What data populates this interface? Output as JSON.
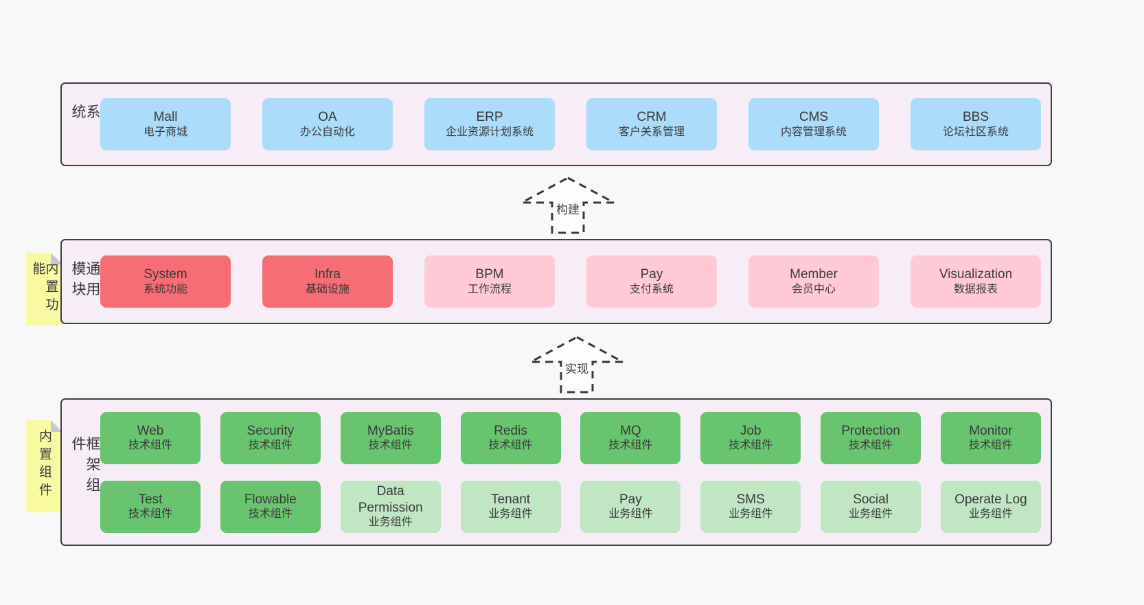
{
  "colors": {
    "blue": "#abdcfa",
    "red": "#f66d75",
    "pink": "#ffcad5",
    "green": "#68c46f",
    "light_green": "#c0e6c4",
    "band_bg": "#f7edf6",
    "sticky_yellow": "#f9f9a2",
    "border": "#3f3f3f",
    "text": "#3a3a3a"
  },
  "arrows": [
    {
      "label": "构建"
    },
    {
      "label": "实现"
    }
  ],
  "bands": [
    {
      "side_label": "业务系统",
      "sticky_label": null,
      "rows": [
        [
          {
            "name": "Mall",
            "desc": "电子商城",
            "variant": "blue"
          },
          {
            "name": "OA",
            "desc": "办公自动化",
            "variant": "blue"
          },
          {
            "name": "ERP",
            "desc": "企业资源计划系统",
            "variant": "blue"
          },
          {
            "name": "CRM",
            "desc": "客户关系管理",
            "variant": "blue"
          },
          {
            "name": "CMS",
            "desc": "内容管理系统",
            "variant": "blue"
          },
          {
            "name": "BBS",
            "desc": "论坛社区系统",
            "variant": "blue"
          }
        ]
      ]
    },
    {
      "side_label": "通用模块",
      "sticky_label": "内置功能",
      "rows": [
        [
          {
            "name": "System",
            "desc": "系统功能",
            "variant": "red"
          },
          {
            "name": "Infra",
            "desc": "基础设施",
            "variant": "red"
          },
          {
            "name": "BPM",
            "desc": "工作流程",
            "variant": "pink"
          },
          {
            "name": "Pay",
            "desc": "支付系统",
            "variant": "pink"
          },
          {
            "name": "Member",
            "desc": "会员中心",
            "variant": "pink"
          },
          {
            "name": "Visualization",
            "desc": "数据报表",
            "variant": "pink"
          }
        ]
      ]
    },
    {
      "side_label": "框架组件",
      "sticky_label": "内置组件",
      "rows": [
        [
          {
            "name": "Web",
            "desc": "技术组件",
            "variant": "green"
          },
          {
            "name": "Security",
            "desc": "技术组件",
            "variant": "green"
          },
          {
            "name": "MyBatis",
            "desc": "技术组件",
            "variant": "green"
          },
          {
            "name": "Redis",
            "desc": "技术组件",
            "variant": "green"
          },
          {
            "name": "MQ",
            "desc": "技术组件",
            "variant": "green"
          },
          {
            "name": "Job",
            "desc": "技术组件",
            "variant": "green"
          },
          {
            "name": "Protection",
            "desc": "技术组件",
            "variant": "green"
          },
          {
            "name": "Monitor",
            "desc": "技术组件",
            "variant": "green"
          }
        ],
        [
          {
            "name": "Test",
            "desc": "技术组件",
            "variant": "green"
          },
          {
            "name": "Flowable",
            "desc": "技术组件",
            "variant": "green"
          },
          {
            "name": "Data Permission",
            "desc": "业务组件",
            "variant": "light_green"
          },
          {
            "name": "Tenant",
            "desc": "业务组件",
            "variant": "light_green"
          },
          {
            "name": "Pay",
            "desc": "业务组件",
            "variant": "light_green"
          },
          {
            "name": "SMS",
            "desc": "业务组件",
            "variant": "light_green"
          },
          {
            "name": "Social",
            "desc": "业务组件",
            "variant": "light_green"
          },
          {
            "name": "Operate Log",
            "desc": "业务组件",
            "variant": "light_green"
          }
        ]
      ]
    }
  ]
}
